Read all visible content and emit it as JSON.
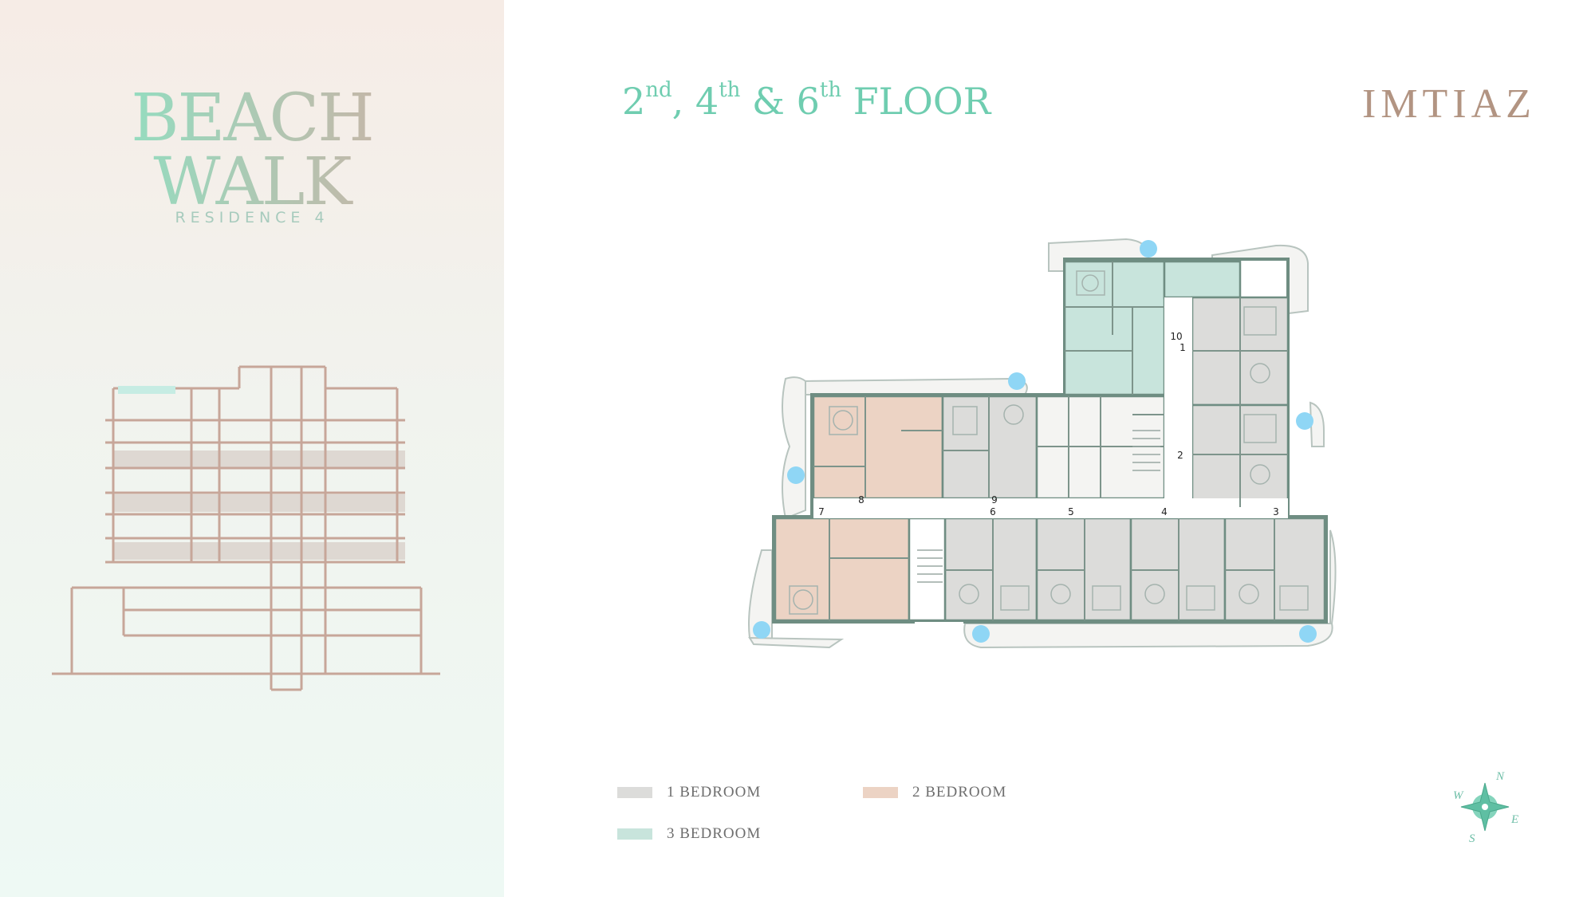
{
  "brand": {
    "line1": "BEACH",
    "line2": "WALK",
    "subtitle": "RESIDENCE 4"
  },
  "floor_title": {
    "n1": "2",
    "s1": "nd",
    "sep1": ", ",
    "n2": "4",
    "s2": "th",
    "sep2": " & ",
    "n3": "6",
    "s3": "th",
    "rest": " FLOOR"
  },
  "logo": "IMTIAZ",
  "legend": [
    {
      "label": "1 BEDROOM",
      "color": "#dcdcda"
    },
    {
      "label": "2 BEDROOM",
      "color": "#ecd3c4"
    },
    {
      "label": "3 BEDROOM",
      "color": "#c8e4dc"
    }
  ],
  "unit_numbers": [
    "10",
    "1",
    "2",
    "3",
    "4",
    "5",
    "6",
    "7",
    "8",
    "9"
  ],
  "compass": {
    "n": "N",
    "e": "E",
    "s": "S",
    "w": "W"
  },
  "colors": {
    "accent": "#6fcdb0",
    "wall": "#6f8d82",
    "pool": "#8fd6f5",
    "section": "#c7a699"
  }
}
